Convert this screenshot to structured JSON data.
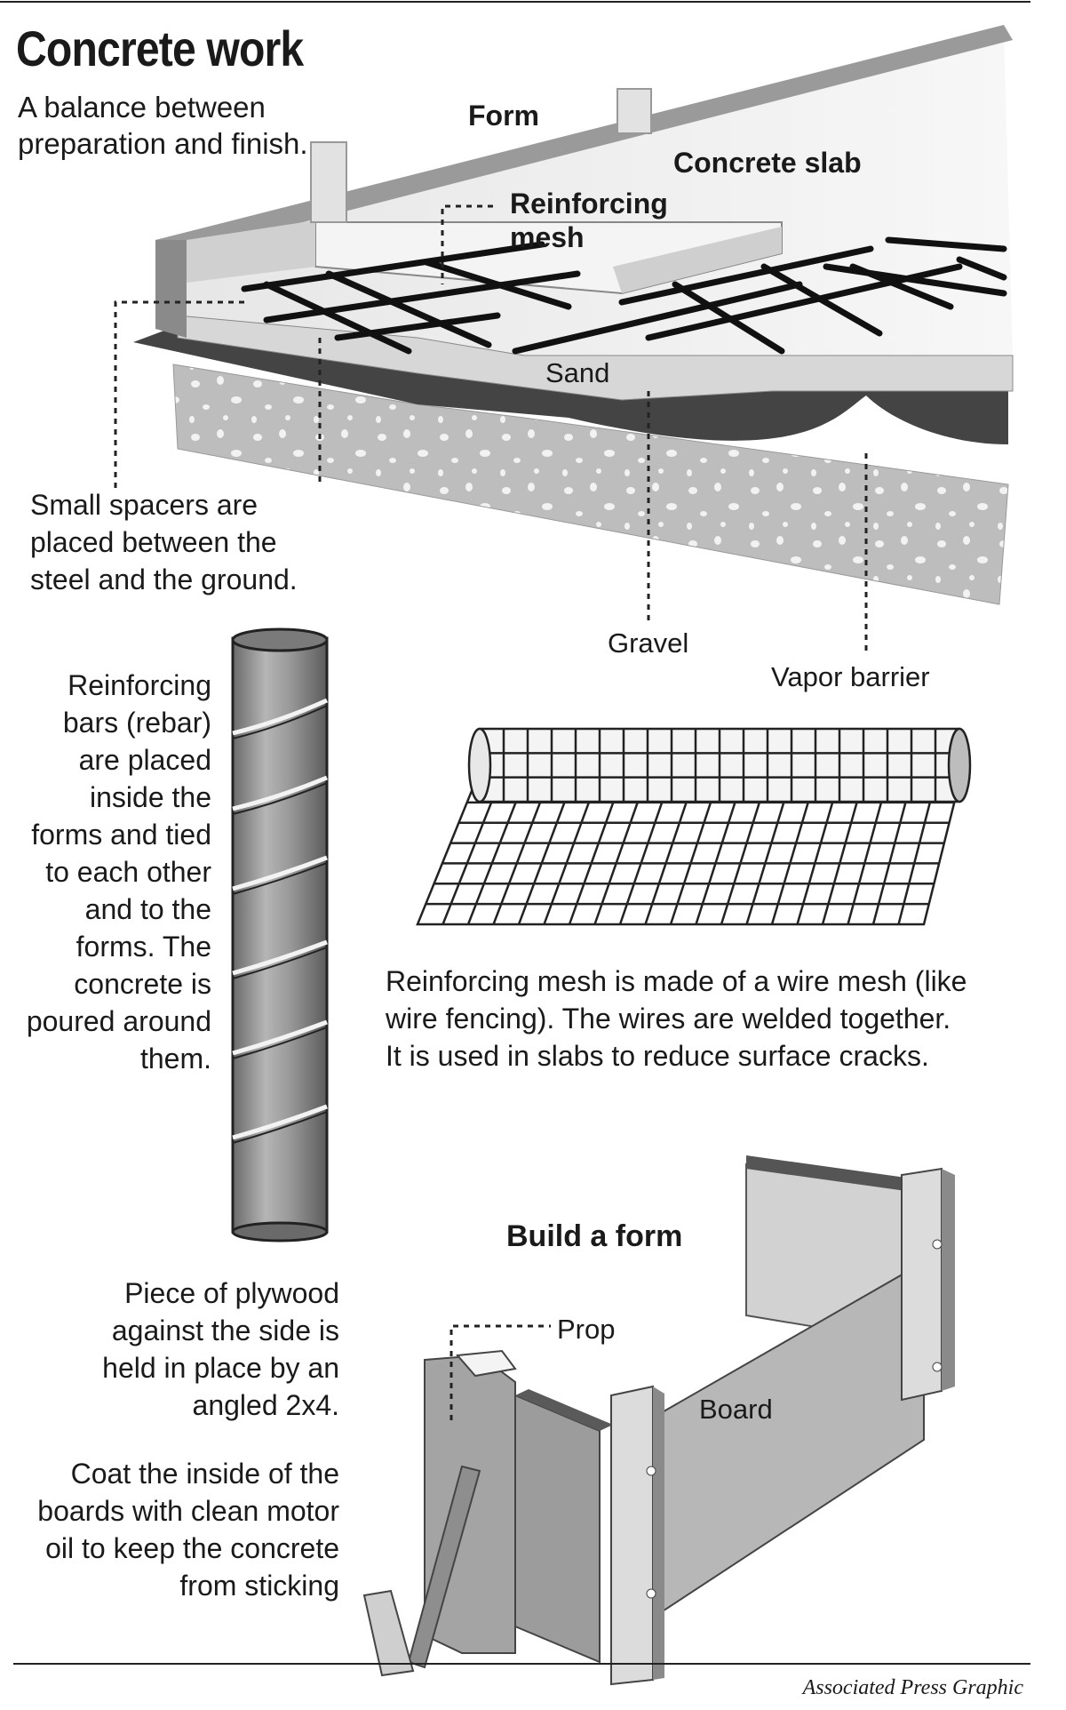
{
  "title": "Concrete work",
  "subtitle": "A  balance between preparation and finish.",
  "slab_diagram": {
    "labels": {
      "form": "Form",
      "concrete_slab": "Concrete slab",
      "reinforcing_mesh": "Reinforcing mesh",
      "sand": "Sand",
      "gravel": "Gravel",
      "vapor_barrier": "Vapor barrier"
    },
    "spacers_note": "Small spacers are placed between the steel and the ground."
  },
  "rebar": {
    "note": "Reinforcing bars (rebar) are placed inside the forms and tied to each other and to the forms. The concrete is poured around them."
  },
  "mesh": {
    "note": "Reinforcing mesh is made of a wire mesh (like wire fencing). The wires are welded together. It is used in slabs to reduce surface cracks."
  },
  "form": {
    "heading": "Build a form",
    "prop_label": "Prop",
    "board_label": "Board",
    "plywood_note": "Piece of plywood against the side is held in place by an angled 2x4.",
    "oil_note": "Coat the inside of the boards with clean motor oil to keep the concrete from sticking"
  },
  "credit": "Associated Press Graphic",
  "colors": {
    "ink": "#1a1a1a",
    "light_gray": "#d9d9d9",
    "mid_gray": "#a8a8a8",
    "dark_gray": "#555555"
  }
}
